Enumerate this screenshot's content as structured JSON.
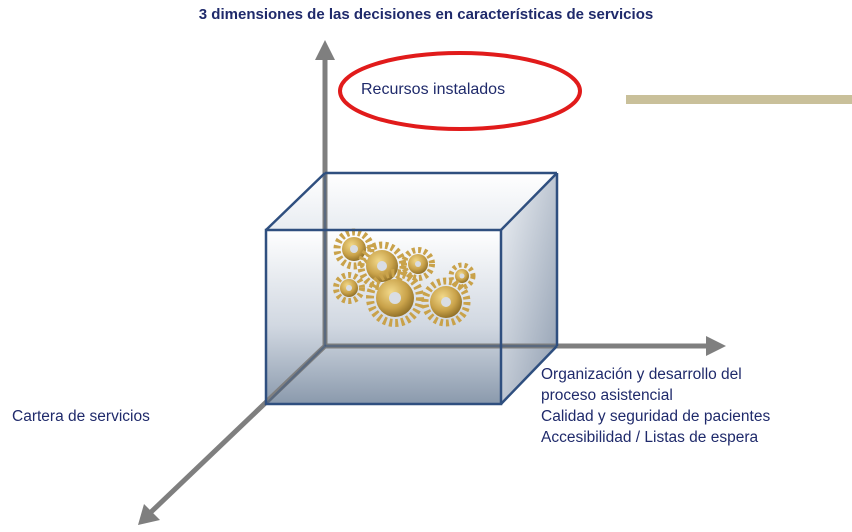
{
  "title": "3 dimensiones de las decisiones en características de servicios",
  "axes": {
    "vertical": {
      "label": "Recursos instalados",
      "highlight_color": "#e11b1b"
    },
    "depth": {
      "label": "Cartera de servicios"
    },
    "horizontal": {
      "lines": [
        "Organización y desarrollo del",
        "proceso asistencial",
        "Calidad y seguridad de pacientes",
        "Accesibilidad / Listas de espera"
      ]
    }
  },
  "center_image": "gears",
  "colors": {
    "text": "#1f2a6b",
    "axis": "#7f7f7f",
    "cube_edge": "#2f4f7f",
    "accent_bar": "#c9c09a"
  }
}
